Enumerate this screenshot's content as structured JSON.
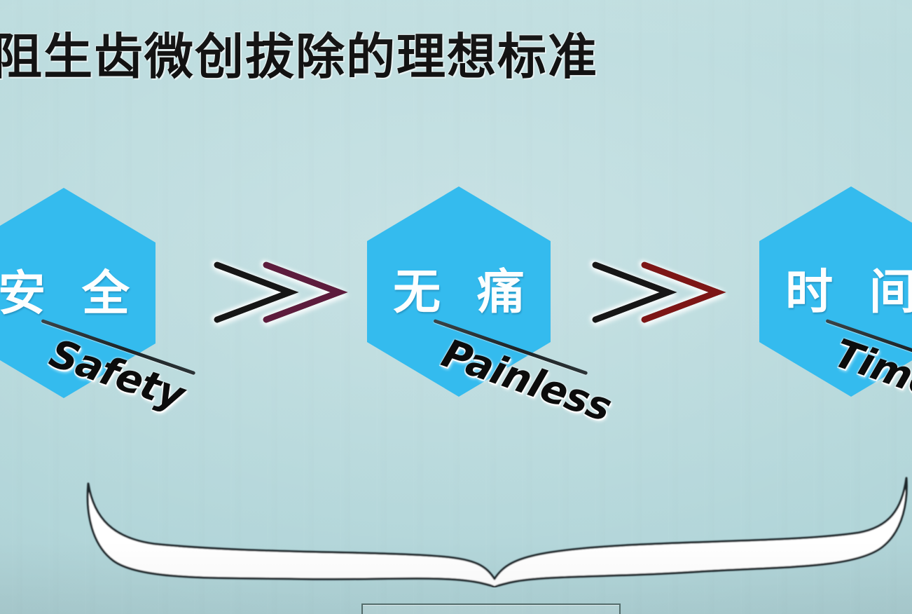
{
  "slide": {
    "title": "阻生齿微创拔除的理想标准",
    "background_color": "#b8dadc",
    "accent_color": "#34bbee"
  },
  "steps": [
    {
      "id": "safety",
      "chinese": "安 全",
      "english": "Safety",
      "hex_color": "#34bbee",
      "text_color": "#fdfefe",
      "cropped": "left"
    },
    {
      "id": "painless",
      "chinese": "无 痛",
      "english": "Painless",
      "hex_color": "#34bbee",
      "text_color": "#fdfefe",
      "cropped": "none"
    },
    {
      "id": "time",
      "chinese": "时 间",
      "english": "Time",
      "hex_color": "#34bbee",
      "text_color": "#fdfefe",
      "cropped": "right"
    }
  ],
  "connectors": [
    {
      "id": "arrow-1",
      "glyph": "double-chevron-right",
      "color_front": "#141414",
      "color_back": "#5d1b3d"
    },
    {
      "id": "arrow-2",
      "glyph": "double-chevron-right",
      "color_front": "#141414",
      "color_back": "#7d1616"
    }
  ],
  "brace": {
    "id": "summary-brace",
    "shape": "curly-brace-down",
    "fill": "#ffffff",
    "stroke": "#1d262b"
  },
  "bottom_box": {
    "id": "summary-box",
    "visible_text": "",
    "note": "clipped at frame bottom"
  }
}
